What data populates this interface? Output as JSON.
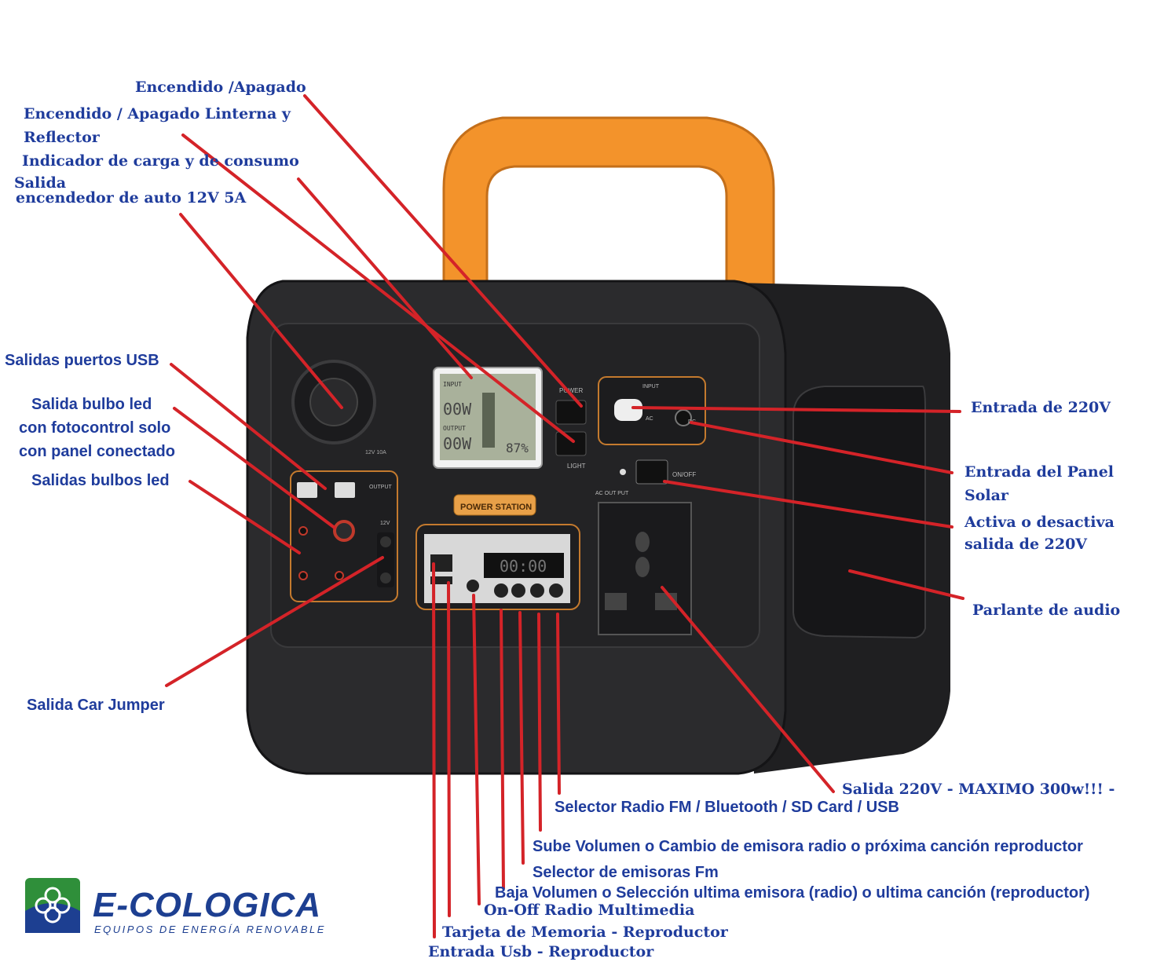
{
  "labels": {
    "power_switch": "Encendido /Apagado",
    "light_switch_1": "Encendido / Apagado Linterna y",
    "light_switch_2": "Reflector",
    "charge_indicator": "Indicador de carga y de  consumo",
    "car_lighter_1": "Salida",
    "car_lighter_2": "encendedor de auto 12V 5A",
    "usb_outputs": "Salidas puertos USB",
    "led_photocontrol_1": "Salida  bulbo led",
    "led_photocontrol_2": "con fotocontrol solo",
    "led_photocontrol_3": "con panel conectado",
    "led_outputs": "Salidas bulbos led",
    "car_jumper": "Salida Car Jumper",
    "ac_input": "Entrada de 220V",
    "solar_input_1": "Entrada del Panel",
    "solar_input_2": "Solar",
    "ac_toggle_1": "Activa o desactiva",
    "ac_toggle_2": "salida de 220V",
    "speaker": "Parlante de audio",
    "ac_output": "Salida 220V - MAXIMO 300w!!! -",
    "mode_selector": "Selector Radio FM / Bluetooth / SD Card / USB",
    "volume_up": "Sube Volumen o Cambio de emisora radio o próxima canción reproductor",
    "fm_selector": "Selector de emisoras Fm",
    "volume_down": "Baja Volumen o  Selección ultima emisora (radio) o ultima canción (reproductor)",
    "radio_onoff": "On-Off Radio Multimedia",
    "memory_card": "Tarjeta de Memoria - Reproductor",
    "usb_input": "Entrada Usb - Reproductor"
  },
  "device": {
    "brand_badge": "POWER STATION",
    "power_label": "POWER",
    "light_label": "LIGHT",
    "input_label": "INPUT",
    "ac_label": "AC",
    "dc_label": "DC",
    "onoff_label": "ON/OFF",
    "ac_out_label": "AC OUT PUT",
    "output_label": "OUTPUT",
    "lcd_input": "INPUT",
    "lcd_output": "OUTPUT",
    "lcd_in_value": "00W",
    "lcd_out_value": "00W",
    "lcd_percent": "87%",
    "radio_display": "00:00",
    "lighter_rating": "12V 10A",
    "twelve_v": "12V"
  },
  "logo": {
    "name": "E-COLOGICA",
    "tagline": "EQUIPOS DE ENERGÍA RENOVABLE"
  },
  "colors": {
    "label_text": "#1f3c9c",
    "callout_line": "#d42328",
    "handle": "#f3932b",
    "body": "#2b2b2d",
    "accent_trim": "#c47a2e",
    "logo_green": "#2f8f3a",
    "logo_blue": "#1d3f91"
  }
}
